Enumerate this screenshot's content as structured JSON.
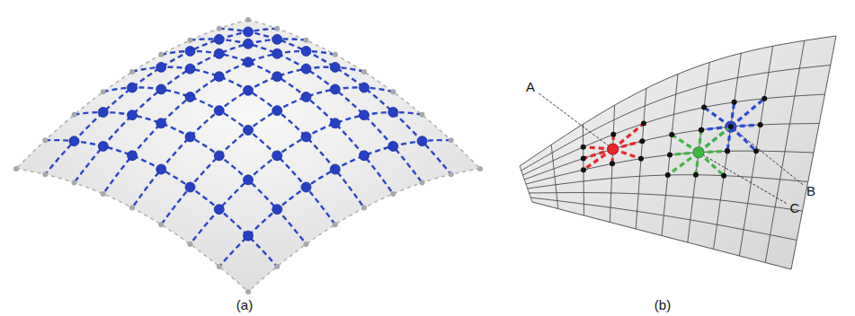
{
  "diagram": {
    "labels": [
      "(a)",
      "(b)",
      "A",
      "B",
      "C"
    ]
  }
}
